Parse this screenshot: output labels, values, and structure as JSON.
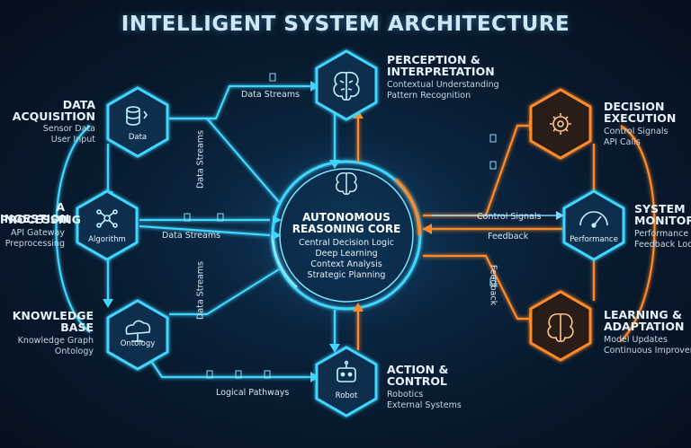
{
  "title": "INTELLIGENT SYSTEM ARCHITECTURE",
  "core": {
    "title_line1": "AUTONOMOUS",
    "title_line2": "REASONING CORE",
    "lines": [
      "Central Decision Logic",
      "Deep Learning",
      "Context Analysis",
      "Strategic Planning"
    ]
  },
  "nodes": {
    "data": {
      "hex_label": "Data",
      "title": [
        "DATA",
        "ACQUISITION"
      ],
      "sub": [
        "Sensor Data",
        "User Input"
      ]
    },
    "ingestion": {
      "hex_label": "Algorithm",
      "title": [
        "A INGESTION",
        "PROCESSING"
      ],
      "sub": [
        "API Gateway",
        "Preprocessing"
      ]
    },
    "knowledge": {
      "hex_label": "Ontology",
      "title": [
        "KNOWLEDGE",
        "BASE"
      ],
      "sub": [
        "Knowledge Graph",
        "Ontology"
      ]
    },
    "perception": {
      "title": [
        "PERCEPTION &",
        "INTERPRETATION"
      ],
      "sub": [
        "Contextual Understanding",
        "Pattern Recognition"
      ]
    },
    "action": {
      "hex_label": "Robot",
      "title": [
        "ACTION &",
        "CONTROL"
      ],
      "sub": [
        "Robotics",
        "External Systems"
      ]
    },
    "decision": {
      "title": [
        "DECISION",
        "EXECUTION"
      ],
      "sub": [
        "Control Signals",
        "API Calls"
      ]
    },
    "monitor": {
      "hex_label": "Performance",
      "title": [
        "SYSTEM",
        "MONITORI"
      ],
      "sub": [
        "Performance",
        "Feedback Loo"
      ]
    },
    "learning": {
      "title": [
        "LEARNING &",
        "ADAPTATION"
      ],
      "sub": [
        "Model Updates",
        "Continuous Improvem"
      ]
    }
  },
  "flows": {
    "top_data_streams": "Data Streams",
    "vertical_data_streams_upper": "Data Streams",
    "middle_data_streams": "Data Streams",
    "vertical_data_streams_lower": "Data Streams",
    "logical_pathways": "Logical Pathways",
    "control_signals": "Control Signals",
    "feedback": "Feedback",
    "feedback_vertical": "Feedback"
  },
  "colors": {
    "cyan": "#3fd6ff",
    "orange": "#ff8a2a",
    "background": "#071525"
  },
  "icons": {
    "data": "database-icon",
    "ingestion": "network-icon",
    "knowledge": "cloud-icon",
    "perception": "brain-icon",
    "action": "robot-icon",
    "decision": "gear-icon",
    "monitor": "gauge-icon",
    "learning": "brain-gear-icon",
    "core": "brain-icon"
  }
}
